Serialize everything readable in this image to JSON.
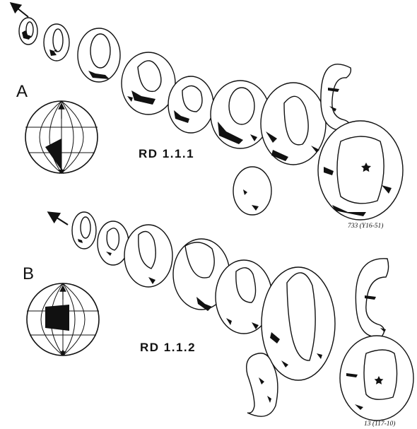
{
  "panels": [
    {
      "letter": "A",
      "code": "RD 1.1.1",
      "specimen_note": "733 (Y16-51)",
      "sector_fill": "#111111"
    },
    {
      "letter": "B",
      "code": "RD 1.1.2",
      "specimen_note": "13 (117-10)",
      "sector_fill": "#111111"
    }
  ],
  "icons": [
    "arrow-icon",
    "globe-orientation-icon",
    "star-icon"
  ]
}
